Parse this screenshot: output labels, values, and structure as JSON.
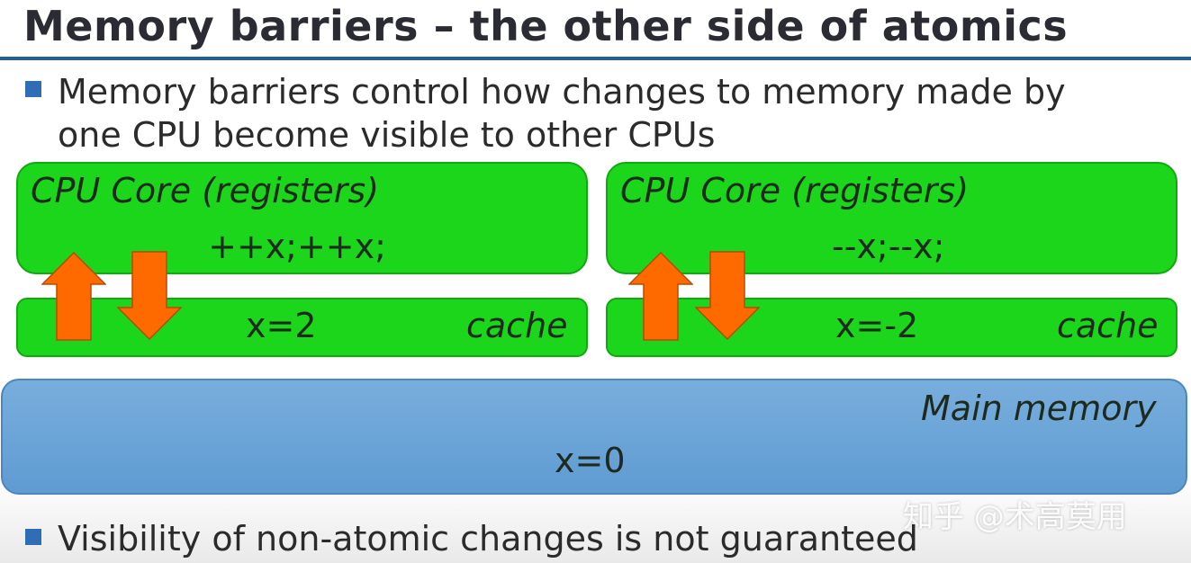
{
  "slide": {
    "title": "Memory barriers – the other side of atomics",
    "bullets": [
      {
        "line1": "Memory barriers control how changes to memory made by",
        "line2": "one CPU become visible to other CPUs"
      },
      {
        "line1": "Visibility of non-atomic changes is not guaranteed"
      }
    ]
  },
  "diagram": {
    "cores": [
      {
        "core_label": "CPU Core (registers)",
        "operation": "++x;++x;",
        "cache_value": "x=2",
        "cache_label": "cache"
      },
      {
        "core_label": "CPU Core (registers)",
        "operation": "--x;--x;",
        "cache_value": "x=-2",
        "cache_label": "cache"
      }
    ],
    "memory": {
      "label": "Main memory",
      "value": "x=0"
    },
    "colors": {
      "core_fill": "#1bd61b",
      "memory_fill": "#6aa5d8",
      "arrow_fill": "#ff6a00",
      "title_rule": "#1f5fa0",
      "bullet": "#2f6db5"
    }
  },
  "watermark": {
    "text": "知乎 @术高莫用"
  }
}
